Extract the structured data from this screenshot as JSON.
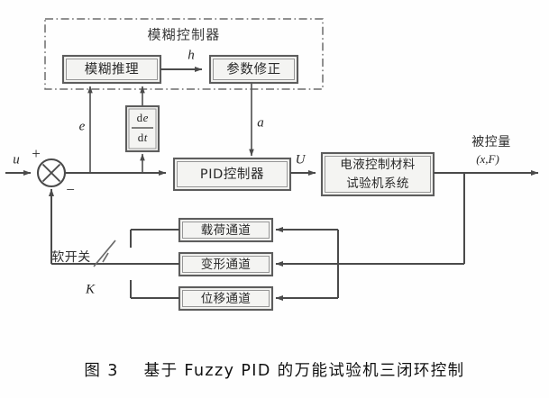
{
  "figure": {
    "caption": "图 3    基于 Fuzzy PID 的万能试验机三闭环控制",
    "caption_number": "图 3",
    "caption_text": "基于 Fuzzy PID 的万能试验机三闭环控制"
  },
  "fuzzy_controller": {
    "group_title": "模糊控制器",
    "blocks": [
      {
        "id": "fuzzy-inference",
        "label": "模糊推理"
      },
      {
        "id": "parameter-correction",
        "label": "参数修正"
      }
    ],
    "signals": [
      {
        "id": "h",
        "label": "h"
      }
    ]
  },
  "forward_path": {
    "input_signal": "u",
    "sum_plus": "+",
    "sum_minus": "−",
    "error_signal": "e",
    "derivative_block": {
      "numerator": "de",
      "denominator": "dt",
      "numerator_d": "d",
      "numerator_e": "e",
      "denominator_d": "d",
      "denominator_t": "t"
    },
    "tuning_signal": "a",
    "controller_label": "PID控制器",
    "control_signal": "U",
    "plant_line1": "电液控制材料",
    "plant_line2": "试验机系统",
    "output_label": "被控量",
    "output_vars": "(x,F)"
  },
  "feedback": {
    "soft_switch_label": "软开关",
    "gain_label": "K",
    "channels": [
      {
        "id": "load-channel",
        "label": "载荷通道"
      },
      {
        "id": "deformation-channel",
        "label": "变形通道"
      },
      {
        "id": "displacement-channel",
        "label": "位移通道"
      }
    ]
  },
  "colors": {
    "background": "#fefefe",
    "block_fill": "#f4f4f2",
    "block_stroke": "#5d5d5d",
    "wire": "#4a4a4a",
    "dashed_group": "#6b6b6b",
    "text": "#1d1d1d"
  }
}
